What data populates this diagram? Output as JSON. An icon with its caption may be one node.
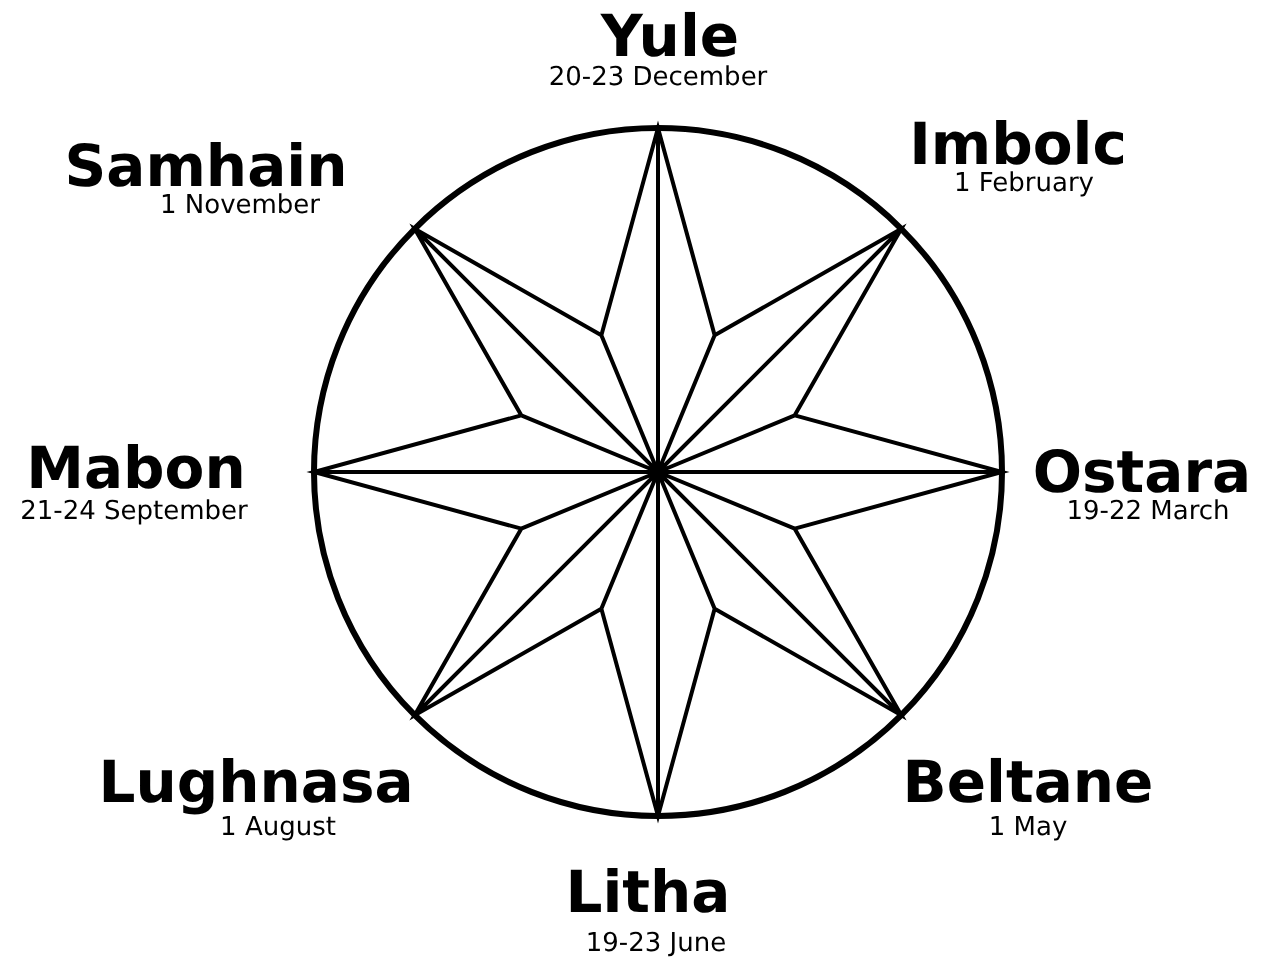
{
  "diagram": {
    "labels": [
      "Yule",
      "20-23 December",
      "Samhain",
      "1 November",
      "Imbolc",
      "1 February",
      "Mabon",
      "21-24 September",
      "Ostara",
      "19-22 March",
      "Lughnasa",
      "1 August",
      "Beltane",
      "1 May",
      "Litha",
      "19-23 June"
    ]
  }
}
